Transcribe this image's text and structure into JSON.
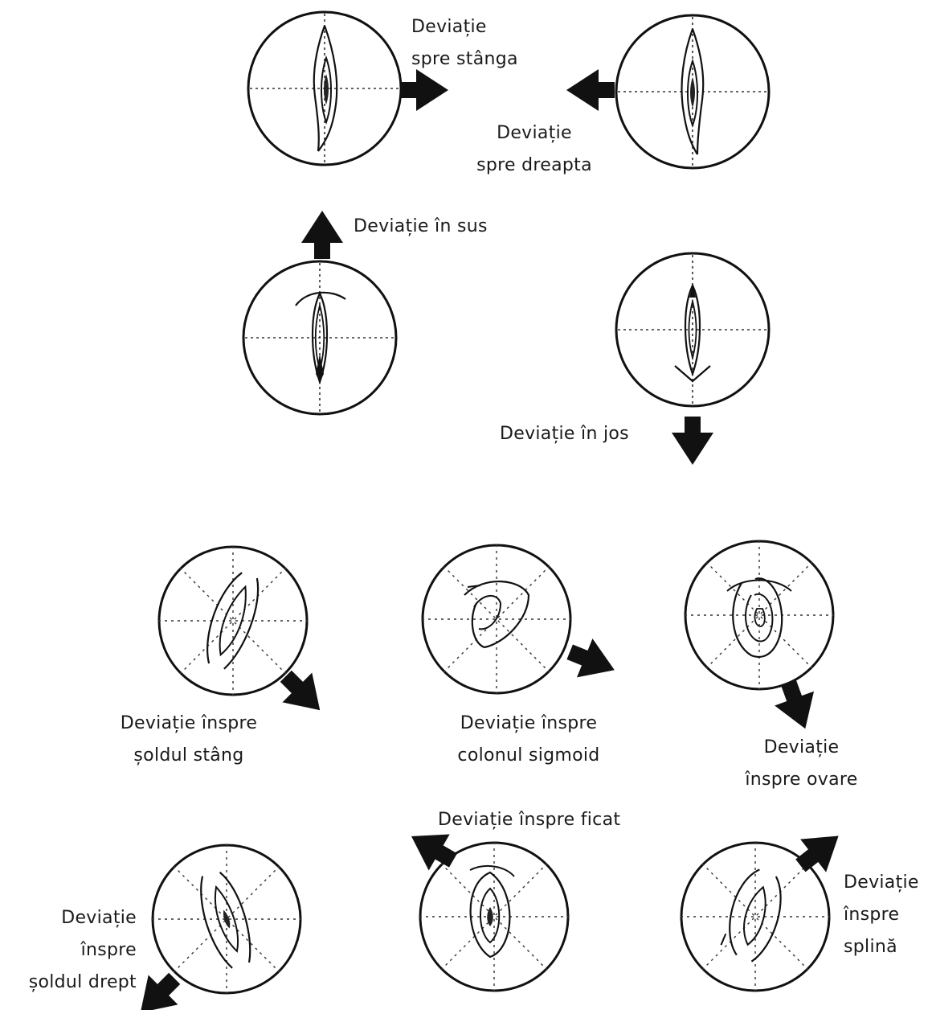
{
  "labels": {
    "left": [
      "Deviație",
      "spre stânga"
    ],
    "right": [
      "Deviație",
      "spre dreapta"
    ],
    "up": "Deviație în sus",
    "down": "Deviație în jos",
    "left_hip": [
      "Deviație înspre",
      "șoldul stâng"
    ],
    "sigmoid": [
      "Deviație înspre",
      "colonul sigmoid"
    ],
    "ovaries": [
      "Deviație",
      "înspre ovare"
    ],
    "liver": "Deviație înspre ficat",
    "right_hip": [
      "Deviație",
      "înspre",
      "șoldul drept"
    ],
    "spleen": [
      "Deviație",
      "înspre",
      "splină"
    ]
  }
}
